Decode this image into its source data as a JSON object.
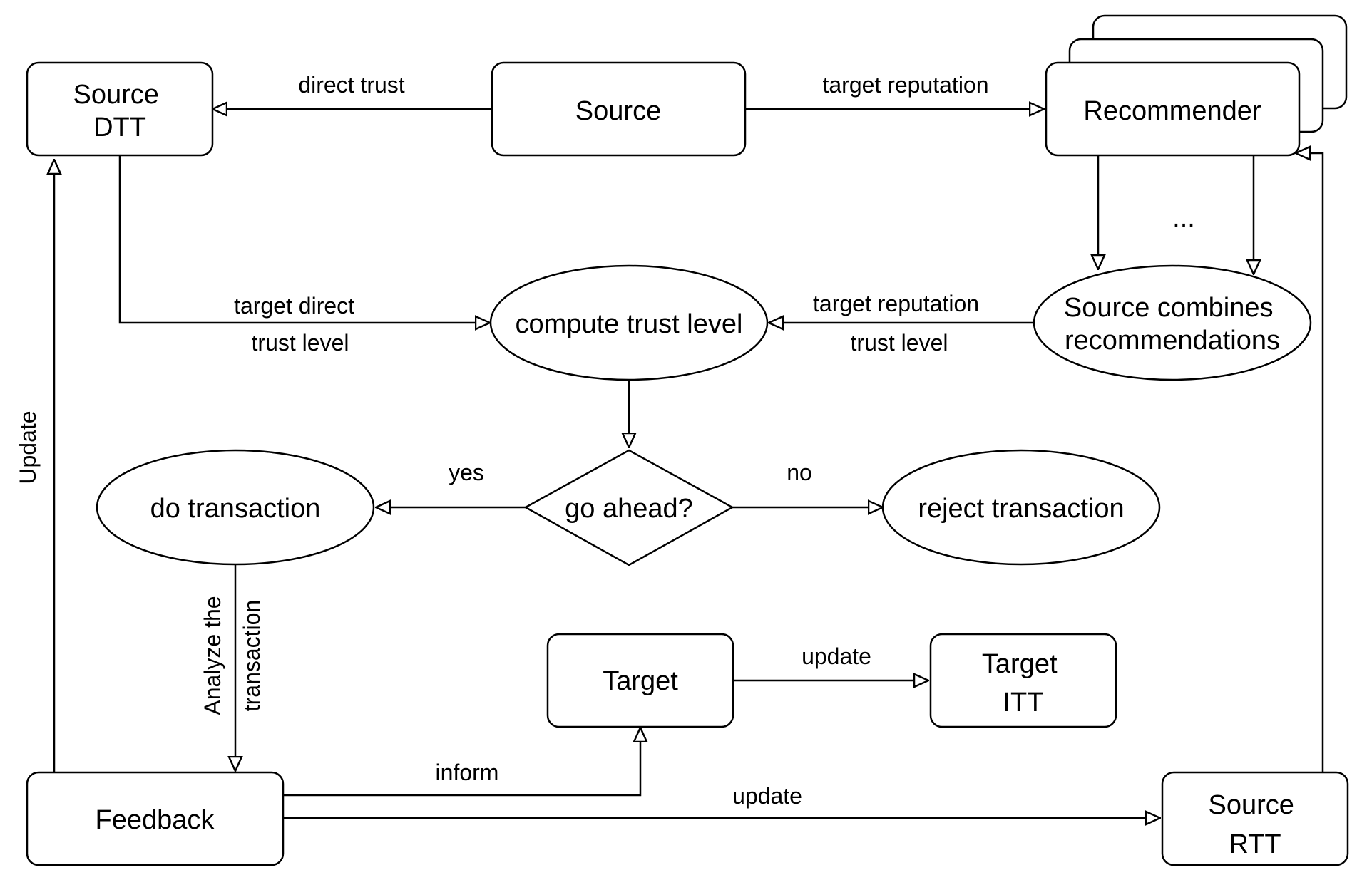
{
  "nodes": {
    "source_dtt": [
      "Source",
      "DTT"
    ],
    "source": "Source",
    "recommender": "Recommender",
    "source_combines": [
      "Source combines",
      "recommendations"
    ],
    "compute_trust_level": "compute trust level",
    "go_ahead": "go ahead?",
    "do_transaction": "do transaction",
    "reject_transaction": "reject transaction",
    "target": "Target",
    "target_itt": [
      "Target",
      "ITT"
    ],
    "feedback": "Feedback",
    "source_rtt": [
      "Source",
      "RTT"
    ]
  },
  "ellipsis": "...",
  "edges": {
    "direct_trust": "direct trust",
    "target_reputation_top": "target reputation",
    "target_direct_trust_level": [
      "target direct",
      "trust level"
    ],
    "target_reputation_trust_level": [
      "target reputation",
      "trust level"
    ],
    "yes": "yes",
    "no": "no",
    "analyze_the_transaction": [
      "Analyze the",
      "transaction"
    ],
    "update_vertical": "Update",
    "update_target": "update",
    "inform": "inform",
    "update_rtt": "update"
  }
}
